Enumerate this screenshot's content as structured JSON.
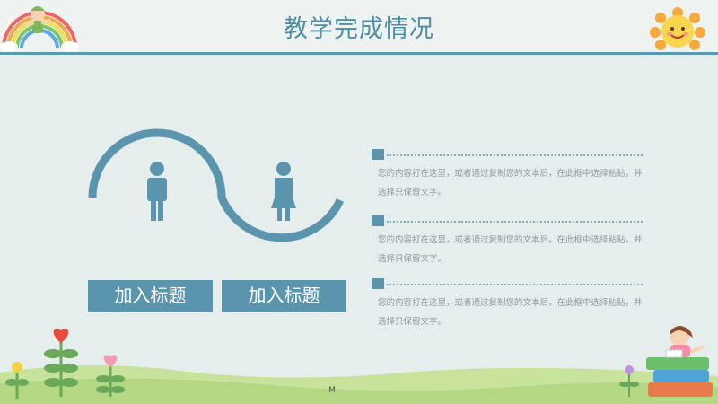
{
  "slide": {
    "title": "教学完成情况",
    "labels": [
      "加入标题",
      "加入标题"
    ],
    "text_blocks": [
      "您的内容打在这里，或者通过复制您的文本后，在此框中选择粘贴，并选择只保留文字。",
      "您的内容打在这里，或者通过复制您的文本后，在此框中选择粘贴，并选择只保留文字。",
      "您的内容打在这里，或者通过复制您的文本后，在此框中选择粘贴，并选择只保留文字。"
    ],
    "page_mark": "M"
  },
  "colors": {
    "accent": "#5b95ad",
    "title": "#4e8ea4",
    "background": "#e6eded",
    "body_text": "#8d9aa0",
    "grass": "#c7e29a"
  },
  "icons": [
    "rainbow-child-icon",
    "sun-icon",
    "male-person-icon",
    "female-person-icon",
    "flower-icon",
    "girl-reading-books-icon"
  ]
}
